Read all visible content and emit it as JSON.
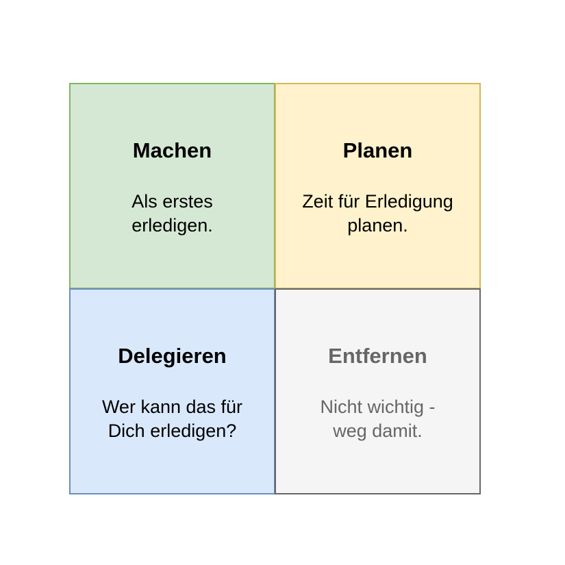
{
  "quadrants": [
    {
      "title": "Machen",
      "text_lines": [
        "Als erstes",
        "erledigen."
      ],
      "fill": "#d5e8d4",
      "stroke": "#82b366",
      "text_color": "#000000"
    },
    {
      "title": "Planen",
      "text_lines": [
        "Zeit für Erledigung",
        "planen."
      ],
      "fill": "#fff2cc",
      "stroke": "#d6b656",
      "text_color": "#000000"
    },
    {
      "title": "Delegieren",
      "text_lines": [
        "Wer kann das für",
        "Dich erledigen?"
      ],
      "fill": "#dae8fc",
      "stroke": "#6c8ebf",
      "text_color": "#000000"
    },
    {
      "title": "Entfernen",
      "text_lines": [
        "Nicht wichtig -",
        "weg damit."
      ],
      "fill": "#f5f5f5",
      "stroke": "#666666",
      "text_color": "#666666"
    }
  ]
}
